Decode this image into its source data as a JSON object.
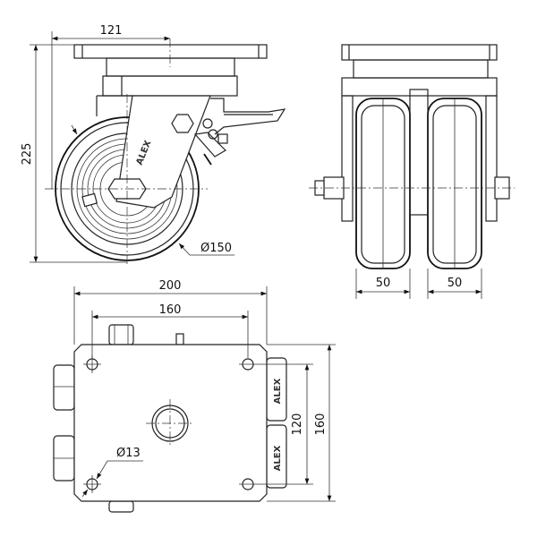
{
  "drawing": {
    "side_view": {
      "dim_offset": "121",
      "dim_height": "225",
      "dim_wheel_diameter": "Ø150",
      "logo": "ALEX"
    },
    "front_view": {
      "dim_wheel_width_left": "50",
      "dim_wheel_width_right": "50"
    },
    "top_plate_view": {
      "dim_plate_width": "200",
      "dim_hole_spacing_x": "160",
      "dim_hole_spacing_y": "120",
      "dim_plate_length": "160",
      "dim_hole_diameter": "Ø13",
      "pad_logo": "ALEX"
    }
  }
}
